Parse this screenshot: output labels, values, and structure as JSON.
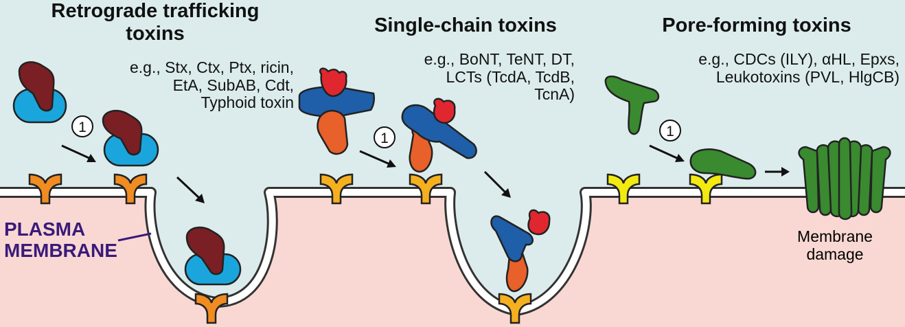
{
  "sections": [
    {
      "title_lines": [
        "Retrograde trafficking",
        "toxins"
      ],
      "example_lines": [
        "e.g., Stx, Ctx, Ptx, ricin,",
        "EtA, SubAB, Cdt,",
        "Typhoid toxin"
      ]
    },
    {
      "title_lines": [
        "Single-chain toxins"
      ],
      "example_lines": [
        "e.g., BoNT, TeNT, DT,",
        "LCTs (TcdA, TcdB,",
        "TcnA)"
      ]
    },
    {
      "title_lines": [
        "Pore-forming toxins"
      ],
      "example_lines": [
        "e.g., CDCs (ILY), αHL, Epxs,",
        "Leukotoxins (PVL, HlgCB)"
      ]
    }
  ],
  "membrane_label_lines": [
    "PLASMA",
    "MEMBRANE"
  ],
  "outcome_lines": [
    "Membrane",
    "damage"
  ],
  "step_label": "1",
  "colors": {
    "extracellular": "#dcecec",
    "cytoplasm": "#f9d8d3",
    "membrane": "#ffffff",
    "receptor_orange": "#f08c22",
    "receptor_yellow": "#f5b020",
    "receptor_bright_yellow": "#f2ea10",
    "toxin_maroon": "#7a1f23",
    "toxin_light_blue": "#1aa6dc",
    "toxin_dark_blue": "#1f5ea8",
    "toxin_red": "#e02730",
    "toxin_orange": "#e8602a",
    "toxin_green": "#3a8a30",
    "membrane_label": "#3a1a7a"
  }
}
